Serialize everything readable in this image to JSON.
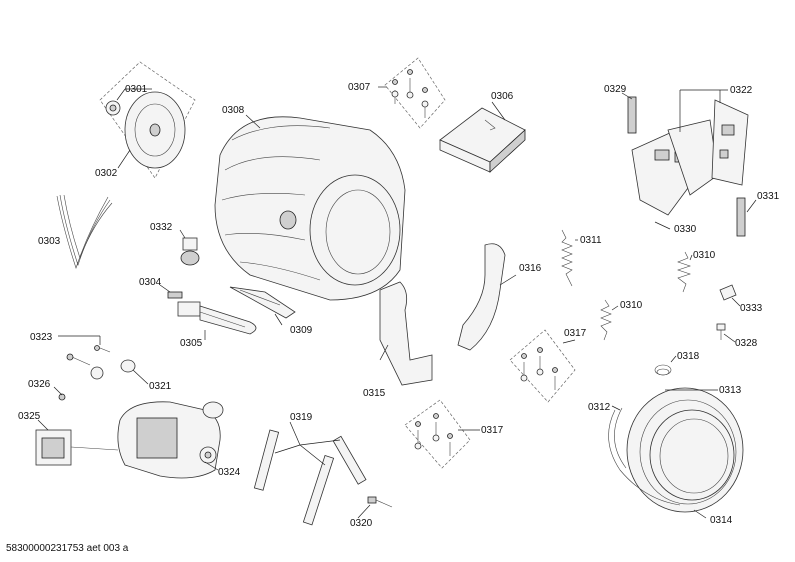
{
  "labels": {
    "p0301": "0301",
    "p0302": "0302",
    "p0303": "0303",
    "p0304": "0304",
    "p0305": "0305",
    "p0306": "0306",
    "p0307": "0307",
    "p0308": "0308",
    "p0309": "0309",
    "p0310a": "0310",
    "p0310b": "0310",
    "p0311": "0311",
    "p0312": "0312",
    "p0313": "0313",
    "p0314": "0314",
    "p0315": "0315",
    "p0316": "0316",
    "p0317a": "0317",
    "p0317b": "0317",
    "p0318": "0318",
    "p0319": "0319",
    "p0320": "0320",
    "p0321": "0321",
    "p0322": "0322",
    "p0323": "0323",
    "p0324": "0324",
    "p0325": "0325",
    "p0326": "0326",
    "p0328": "0328",
    "p0329": "0329",
    "p0330": "0330",
    "p0331": "0331",
    "p0332": "0332",
    "p0333": "0333"
  },
  "footer": {
    "code": "58300000231753 aet 003 a"
  }
}
